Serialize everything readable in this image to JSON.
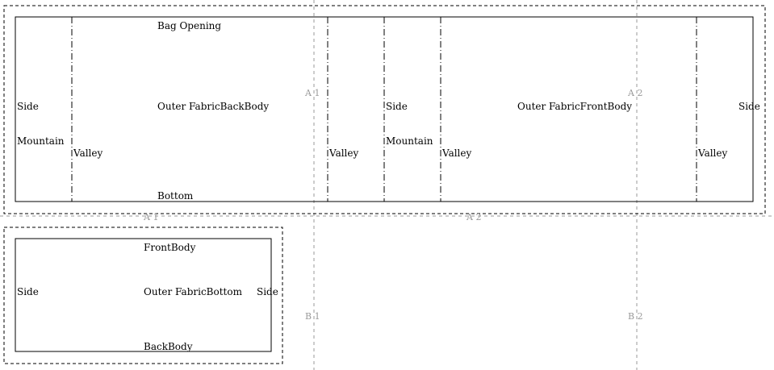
{
  "grid": {
    "a1": "A 1",
    "a2": "A 2",
    "b1": "B 1",
    "b2": "B 2",
    "bottom_a1": "A 1",
    "bottom_a2": "A 2"
  },
  "body_piece": {
    "bag_opening": "Bag Opening",
    "bottom": "Bottom",
    "back_body": "Outer FabricBackBody",
    "front_body": "Outer FabricFrontBody",
    "side_left": "Side",
    "side_middle": "Side",
    "side_right": "Side",
    "mountain_left": "Mountain",
    "mountain_middle": "Mountain",
    "valley_1": "Valley",
    "valley_2": "Valley",
    "valley_3": "Valley",
    "valley_4": "Valley"
  },
  "bottom_piece": {
    "front_body": "FrontBody",
    "back_body": "BackBody",
    "bottom": "Outer FabricBottom",
    "side_left": "Side",
    "side_right": "Side"
  }
}
